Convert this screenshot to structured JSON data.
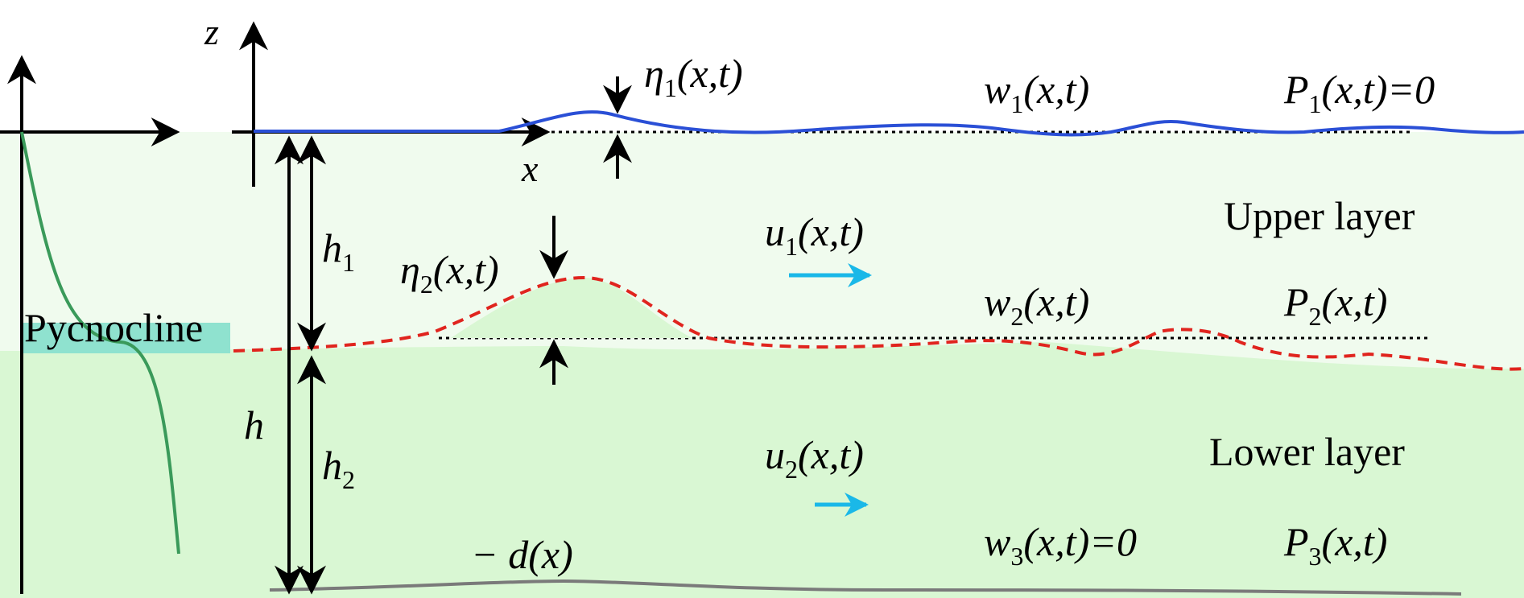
{
  "labels": {
    "z_axis": "z",
    "x_axis": "x",
    "eta1": {
      "main": "η",
      "sub": "1",
      "args": "(x,t)"
    },
    "eta2": {
      "main": "η",
      "sub": "2",
      "args": "(x,t)"
    },
    "w1": {
      "main": "w",
      "sub": "1",
      "args": "(x,t)"
    },
    "w2": {
      "main": "w",
      "sub": "2",
      "args": "(x,t)"
    },
    "w3": {
      "main": "w",
      "sub": "3",
      "args": "(x,t)=0"
    },
    "p1": {
      "main": "P",
      "sub": "1",
      "args": "(x,t)=0"
    },
    "p2": {
      "main": "P",
      "sub": "2",
      "args": "(x,t)"
    },
    "p3": {
      "main": "P",
      "sub": "3",
      "args": "(x,t)"
    },
    "u1": {
      "main": "u",
      "sub": "1",
      "args": "(x,t)"
    },
    "u2": {
      "main": "u",
      "sub": "2",
      "args": "(x,t)"
    },
    "h1": {
      "main": "h",
      "sub": "1"
    },
    "h2": {
      "main": "h",
      "sub": "2"
    },
    "h": "h",
    "depth": "− d(x)",
    "upper_layer": "Upper layer",
    "lower_layer": "Lower layer",
    "pycnocline": "Pycnocline"
  },
  "colors": {
    "upper_fill": "#f0fbee",
    "lower_fill": "#d9f7d3",
    "surface_line": "#2a4fd6",
    "interface_line": "#e0241e",
    "density_curve": "#3a9a5a",
    "pycnocline_band": "#8fe2cf",
    "current_arrow": "#1ab8e8",
    "bottom_line": "#7a7a7a",
    "axis": "#000000"
  }
}
